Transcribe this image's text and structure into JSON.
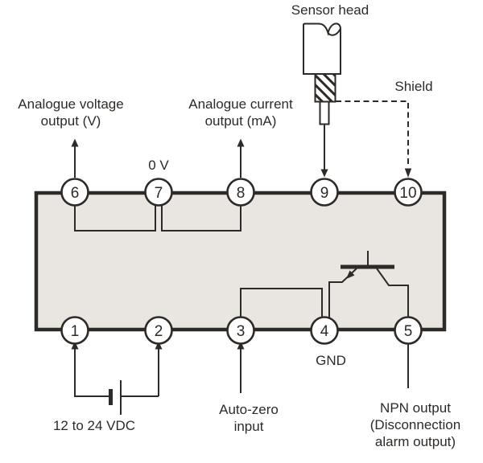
{
  "colors": {
    "line": "#2e2a27",
    "box-fill": "#e9e6e2",
    "bg": "#ffffff"
  },
  "diagram": {
    "labels": {
      "sensor_head": "Sensor head",
      "shield": "Shield",
      "analogue_voltage": "Analogue voltage\noutput (V)",
      "zero_volt": "0 V",
      "analogue_current": "Analogue current\noutput (mA)",
      "gnd": "GND",
      "auto_zero": "Auto-zero\ninput",
      "npn_output": "NPN output\n(Disconnection\nalarm output)",
      "power_supply": "12 to 24 VDC"
    },
    "terminals": {
      "t1": "1",
      "t2": "2",
      "t3": "3",
      "t4": "4",
      "t5": "5",
      "t6": "6",
      "t7": "7",
      "t8": "8",
      "t9": "9",
      "t10": "10"
    }
  }
}
